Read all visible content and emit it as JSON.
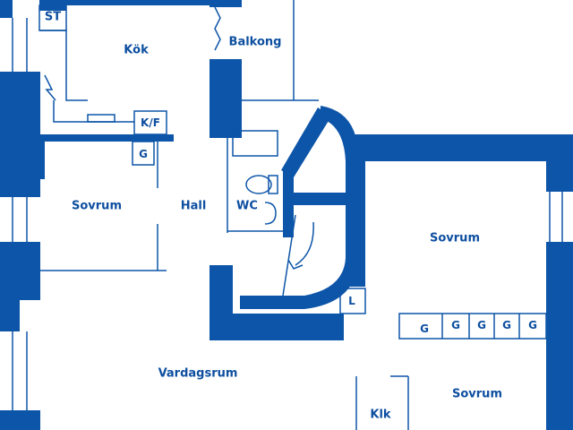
{
  "colors": {
    "wall": "#0d55a8",
    "thin": "#0d55a8",
    "background": "#ffffff",
    "text": "#0d4fa0"
  },
  "rooms": {
    "st": "ST",
    "kok": "Kök",
    "balkong": "Balkong",
    "kf": "K/F",
    "g_sovrum1": "G",
    "sovrum1": "Sovrum",
    "hall": "Hall",
    "wc": "WC",
    "sovrum2": "Sovrum",
    "l": "L",
    "g_row": [
      "G",
      "G",
      "G",
      "G",
      "G"
    ],
    "vardagsrum": "Vardagsrum",
    "sovrum3": "Sovrum",
    "klk": "Klk"
  }
}
